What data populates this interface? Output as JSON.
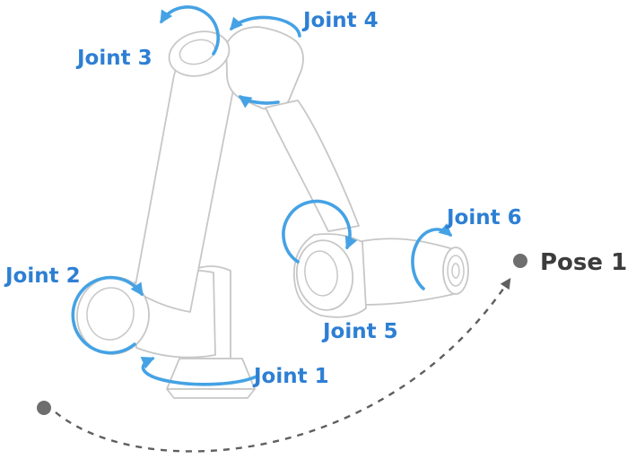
{
  "diagram": {
    "joints": [
      {
        "label": "Joint 1"
      },
      {
        "label": "Joint 2"
      },
      {
        "label": "Joint 3"
      },
      {
        "label": "Joint 4"
      },
      {
        "label": "Joint 5"
      },
      {
        "label": "Joint 6"
      }
    ],
    "pose": {
      "label": "Pose 1"
    },
    "colors": {
      "joint_label_blue": "#2d7fd3",
      "rotation_arrow_blue": "#45a2e4",
      "robot_outline_gray": "#c7c7c7",
      "trajectory_gray": "#5f5f5f",
      "waypoint_dot_gray": "#6e6e6e",
      "pose_label_dark": "#3c3c3c",
      "background": "#ffffff"
    }
  }
}
